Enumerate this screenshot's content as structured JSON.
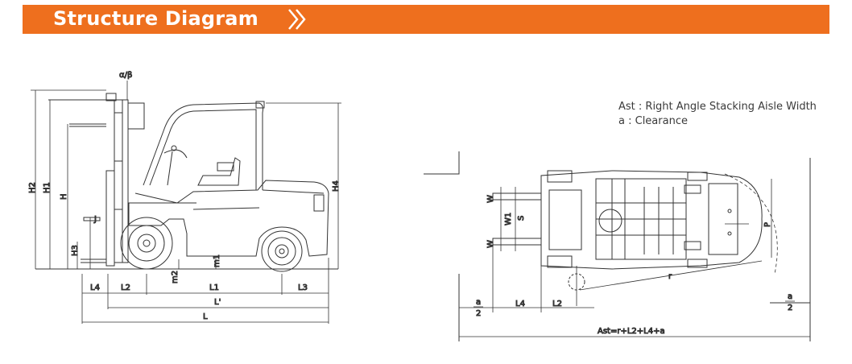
{
  "header": {
    "title": "Structure Diagram"
  },
  "legend": {
    "line1": "Ast : Right Angle Stacking Aisle Width",
    "line2": "a : Clearance"
  },
  "side_view": {
    "dims": {
      "alpha_beta": "α/β",
      "h2": "H2",
      "h1": "H1",
      "h": "H",
      "j": "J",
      "h3": "H3",
      "h4": "H4",
      "m1": "m1",
      "m2": "m2",
      "l4": "L4",
      "l2": "L2",
      "l1": "L1",
      "l3": "L3",
      "l_prime": "L'",
      "l": "L"
    }
  },
  "top_view": {
    "dims": {
      "w_top": "W",
      "w_bottom": "W",
      "w1": "W1",
      "s": "S",
      "p": "P",
      "r": "r",
      "a_num": "a",
      "a_den": "2",
      "l4": "L4",
      "l2": "L2",
      "ast_formula": "Ast=r+L2+L4+a"
    }
  },
  "colors": {
    "banner": "#ee6f1e",
    "line": "#333333"
  }
}
